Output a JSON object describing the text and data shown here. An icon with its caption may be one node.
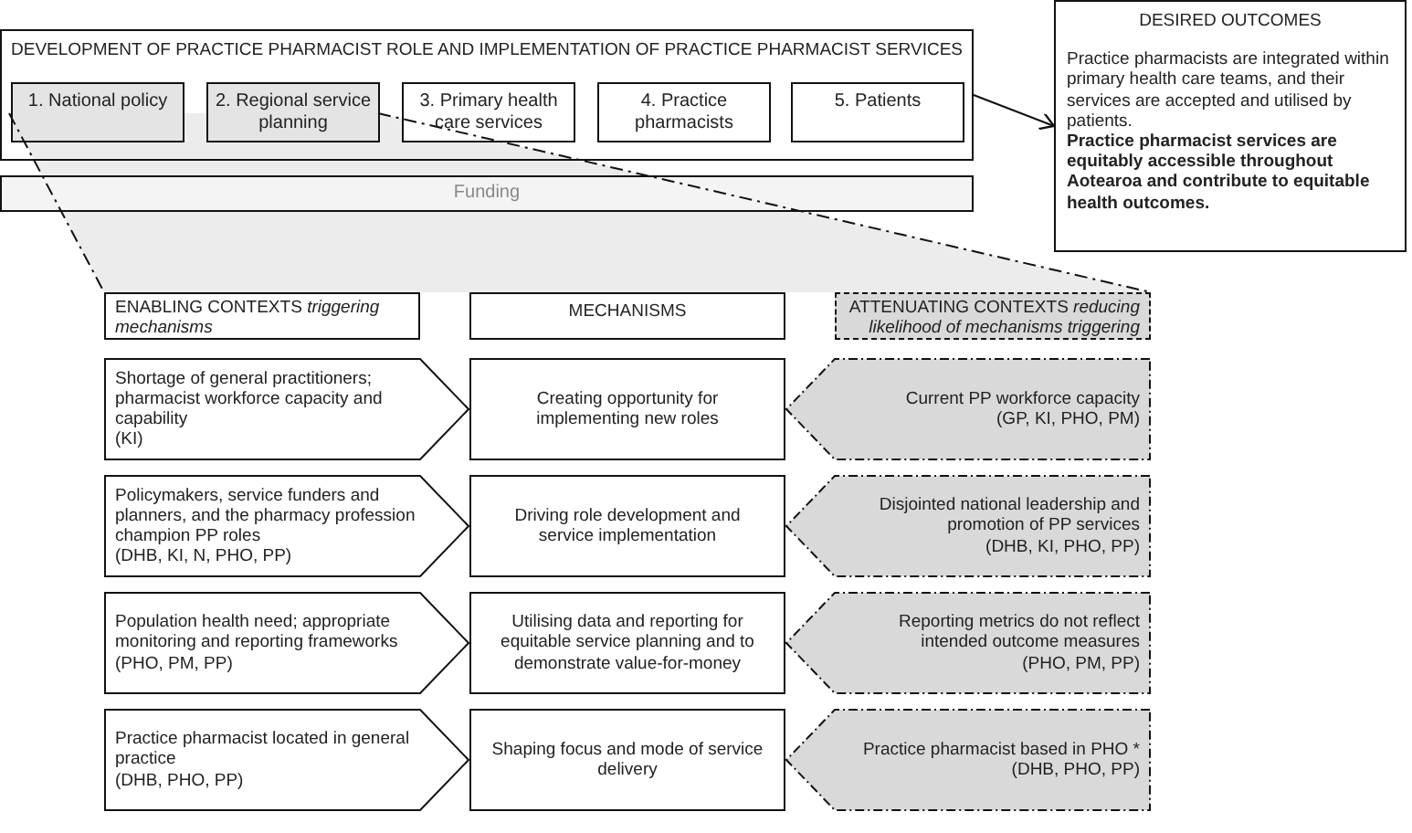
{
  "diagram": {
    "nodes": [
      {
        "text": [
          "DEVELOPMENT OF PRACTICE PHARMACIST ROLE AND IMPLEMENTATION OF PRACTICE PHARMACIST SERVICES"
        ]
      },
      {
        "text": [
          "1. National policy"
        ],
        "in": 0
      },
      {
        "text": [
          "2. Regional service planning"
        ],
        "in": 0
      },
      {
        "text": [
          "3. Primary health care services"
        ],
        "in": 0
      },
      {
        "text": [
          "4. Practice pharmacists"
        ],
        "in": 0
      },
      {
        "text": [
          "5. Patients"
        ],
        "in": 0
      },
      {
        "text": [
          "DESIRED OUTCOMES",
          "Practice pharmacists are integrated within primary health care teams, and their services are accepted and utilised by patients.",
          "Practice pharmacist services are equitably accessible throughout Aotearoa and contribute to equitable health outcomes."
        ]
      },
      {
        "text": [
          "Funding"
        ]
      },
      {
        "text": [
          "ENABLING CONTEXTS *triggering mechanisms*"
        ]
      },
      {
        "text": [
          "MECHANISMS"
        ]
      },
      {
        "text": [
          "ATTENUATING CONTEXTS *reducing likelihood of mechanisms triggering*"
        ]
      },
      {
        "text": [
          "Shortage of general practitioners; pharmacist workforce capacity and capability",
          "(KI)"
        ]
      },
      {
        "text": [
          "Creating opportunity for implementing new roles"
        ]
      },
      {
        "text": [
          "Current PP workforce capacity",
          "(GP, KI, PHO, PM)"
        ]
      },
      {
        "text": [
          "Policymakers, service funders and planners, and the pharmacy profession champion PP roles",
          "(DHB, KI, N, PHO, PP)"
        ]
      },
      {
        "text": [
          "Driving role development and service implementation"
        ]
      },
      {
        "text": [
          "Disjointed national leadership and promotion of PP services",
          "(DHB, KI, PHO, PP)"
        ]
      },
      {
        "text": [
          "Population health need; appropriate monitoring and reporting frameworks",
          "(PHO, PM, PP)"
        ]
      },
      {
        "text": [
          "Utilising data and reporting for equitable service planning and to demonstrate value-for-money"
        ]
      },
      {
        "text": [
          "Reporting metrics do not reflect intended outcome measures",
          "(PHO, PM, PP)"
        ]
      },
      {
        "text": [
          "Practice pharmacist located in general practice",
          "(DHB, PHO, PP)"
        ]
      },
      {
        "text": [
          "Shaping focus and mode of service delivery"
        ]
      },
      {
        "text": [
          "Practice pharmacist based in PHO *",
          "(DHB, PHO, PP)"
        ]
      }
    ],
    "edges": [
      {
        "from": 0,
        "to": 6,
        "arrow": "to"
      }
    ]
  }
}
